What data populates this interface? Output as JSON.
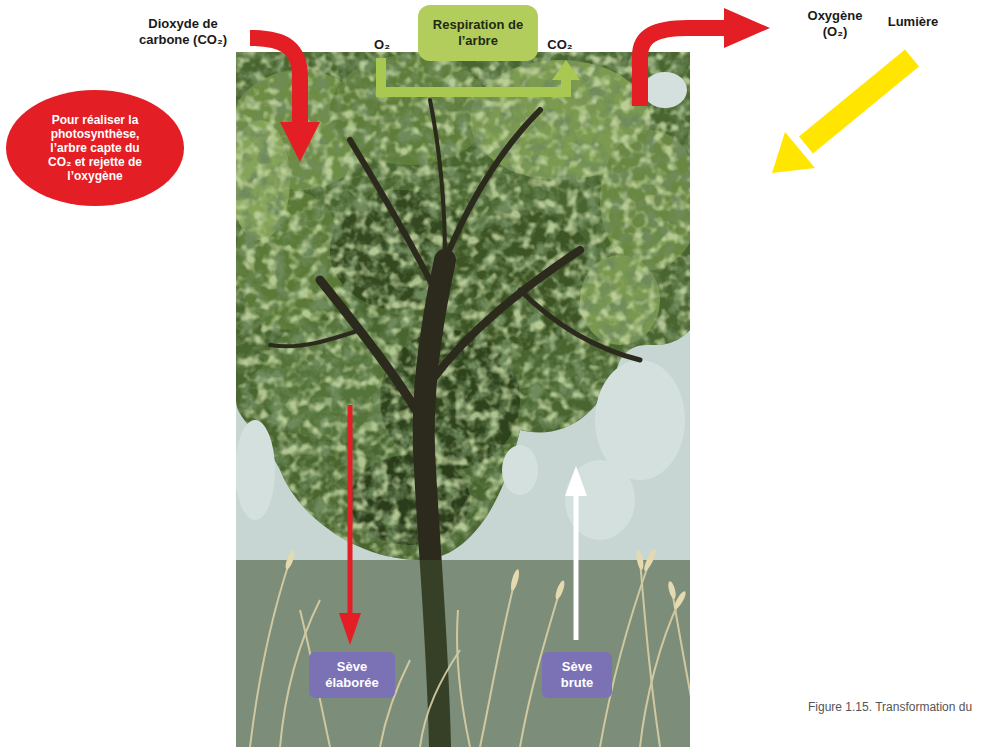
{
  "diagram": {
    "caption": "Figure 1.15. Transformation du",
    "nodes": [
      {
        "text": [
          "Respiration de l’arbre"
        ]
      },
      {
        "text": [
          "Pour réaliser la photosynthèse, l’arbre capte du CO₂ et rejette de l’oxygène"
        ]
      },
      {
        "text": [
          "Sève élaborée"
        ]
      },
      {
        "text": [
          "Sève brute"
        ]
      }
    ],
    "labels": [
      "Dioxyde de carbone (CO₂)",
      "O₂",
      "CO₂",
      "Oxygène (O₂)",
      "Lumière"
    ]
  }
}
